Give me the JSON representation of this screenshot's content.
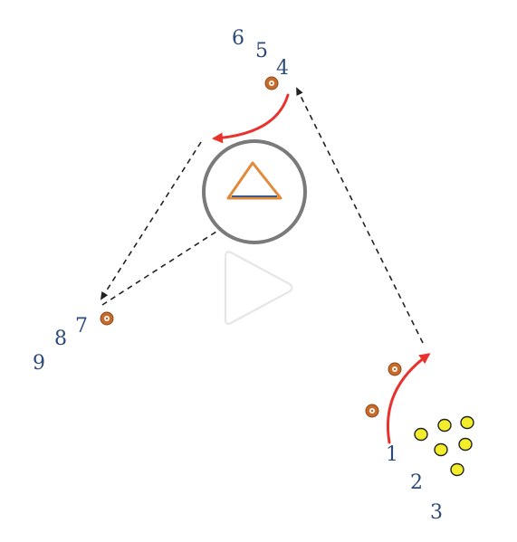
{
  "colors": {
    "number_label": "#2c4a78",
    "cone_outer": "#c86a2a",
    "cone_inner": "#ffffff",
    "ball_fill": "#f4ee2a",
    "ball_stroke": "#222222",
    "curved_run": "#e8322d",
    "pass_line": "#222222",
    "coach_circle": "#7a7a7a",
    "coach_triangle": "#e08a3a",
    "coach_triangle_base": "#3a5a8a",
    "play_button": "#e6e6e6"
  },
  "labels": {
    "n1": "1",
    "n2": "2",
    "n3": "3",
    "n4": "4",
    "n5": "5",
    "n6": "6",
    "n7": "7",
    "n8": "8",
    "n9": "9"
  },
  "icons": {
    "cone": "cone-icon",
    "ball": "ball-icon",
    "coach": "coach-triangle-icon",
    "play": "play-icon"
  }
}
